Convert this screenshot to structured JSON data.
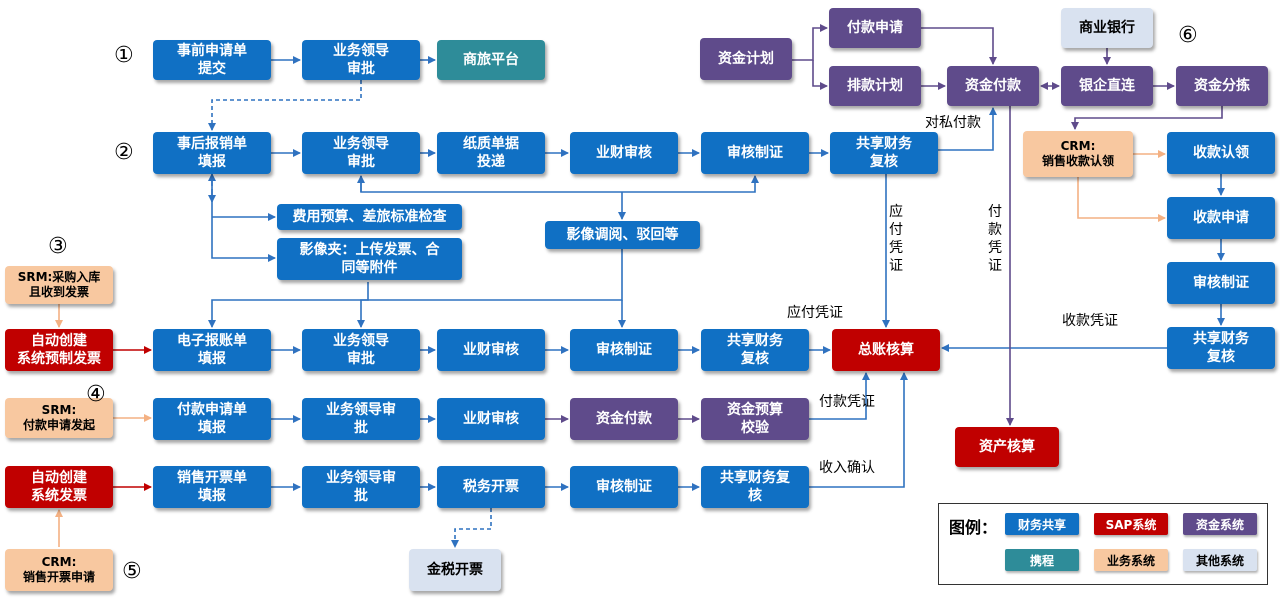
{
  "boxes": [
    {
      "id": "r1a",
      "text": "事前申请单\n提交",
      "color": "fin"
    },
    {
      "id": "r1b",
      "text": "业务领导\n审批",
      "color": "fin"
    },
    {
      "id": "r1c",
      "text": "商旅平台",
      "color": "ctrip"
    },
    {
      "id": "r2a",
      "text": "事后报销单\n填报",
      "color": "fin"
    },
    {
      "id": "r2b",
      "text": "业务领导\n审批",
      "color": "fin"
    },
    {
      "id": "r2c",
      "text": "纸质单据\n投递",
      "color": "fin"
    },
    {
      "id": "r2d",
      "text": "业财审核",
      "color": "fin"
    },
    {
      "id": "r2e",
      "text": "审核制证",
      "color": "fin"
    },
    {
      "id": "r2f",
      "text": "共享财务\n复核",
      "color": "fin"
    },
    {
      "id": "budget",
      "text": "费用预算、差旅标准检查",
      "color": "fin"
    },
    {
      "id": "imgclip",
      "text": "影像夹：上传发票、合\n同等附件",
      "color": "fin"
    },
    {
      "id": "imgview",
      "text": "影像调阅、驳回等",
      "color": "fin"
    },
    {
      "id": "srm1",
      "text": "SRM:采购入库\n且收到发票",
      "color": "biz"
    },
    {
      "id": "auto1",
      "text": "自动创建\n系统预制发票",
      "color": "sap"
    },
    {
      "id": "r3a",
      "text": "电子报账单\n填报",
      "color": "fin"
    },
    {
      "id": "r3b",
      "text": "业务领导\n审批",
      "color": "fin"
    },
    {
      "id": "r3c",
      "text": "业财审核",
      "color": "fin"
    },
    {
      "id": "r3d",
      "text": "审核制证",
      "color": "fin"
    },
    {
      "id": "r3e",
      "text": "共享财务\n复核",
      "color": "fin"
    },
    {
      "id": "gl",
      "text": "总账核算",
      "color": "sap"
    },
    {
      "id": "srm2",
      "text": "SRM:\n付款申请发起",
      "color": "biz"
    },
    {
      "id": "r4a",
      "text": "付款申请单\n填报",
      "color": "fin"
    },
    {
      "id": "r4b",
      "text": "业务领导审\n批",
      "color": "fin"
    },
    {
      "id": "r4c",
      "text": "业财审核",
      "color": "fin"
    },
    {
      "id": "r4d",
      "text": "资金付款",
      "color": "fund"
    },
    {
      "id": "r4e",
      "text": "资金预算\n校验",
      "color": "fund"
    },
    {
      "id": "auto2",
      "text": "自动创建\n系统发票",
      "color": "sap"
    },
    {
      "id": "r5a",
      "text": "销售开票单\n填报",
      "color": "fin"
    },
    {
      "id": "r5b",
      "text": "业务领导审\n批",
      "color": "fin"
    },
    {
      "id": "r5c",
      "text": "税务开票",
      "color": "fin"
    },
    {
      "id": "r5d",
      "text": "审核制证",
      "color": "fin"
    },
    {
      "id": "r5e",
      "text": "共享财务复\n核",
      "color": "fin"
    },
    {
      "id": "goldtax",
      "text": "金税开票",
      "color": "other"
    },
    {
      "id": "crm2",
      "text": "CRM:\n销售开票申请",
      "color": "biz"
    },
    {
      "id": "fundplan",
      "text": "资金计划",
      "color": "fund"
    },
    {
      "id": "payreq",
      "text": "付款申请",
      "color": "fund"
    },
    {
      "id": "schedule",
      "text": "排款计划",
      "color": "fund"
    },
    {
      "id": "fundpay",
      "text": "资金付款",
      "color": "fund"
    },
    {
      "id": "bank",
      "text": "商业银行",
      "color": "other"
    },
    {
      "id": "bankdirect",
      "text": "银企直连",
      "color": "fund"
    },
    {
      "id": "fundsort",
      "text": "资金分拣",
      "color": "fund"
    },
    {
      "id": "crm1",
      "text": "CRM:\n销售收款认领",
      "color": "biz"
    },
    {
      "id": "rcvclaim",
      "text": "收款认领",
      "color": "fin"
    },
    {
      "id": "rcvreq",
      "text": "收款申请",
      "color": "fin"
    },
    {
      "id": "rcvaudit",
      "text": "审核制证",
      "color": "fin"
    },
    {
      "id": "rcvreview",
      "text": "共享财务\n复核",
      "color": "fin"
    },
    {
      "id": "asset",
      "text": "资产核算",
      "color": "sap"
    }
  ],
  "labels": [
    {
      "id": "lbl-private-pay",
      "text": "对私付款"
    },
    {
      "id": "lbl-ap-voucher-v",
      "text": "应\n付\n凭\n证"
    },
    {
      "id": "lbl-pay-voucher-v",
      "text": "付\n款\n凭\n证"
    },
    {
      "id": "lbl-ap-voucher",
      "text": "应付凭证"
    },
    {
      "id": "lbl-rcv-voucher",
      "text": "收款凭证"
    },
    {
      "id": "lbl-pay-voucher",
      "text": "付款凭证"
    },
    {
      "id": "lbl-revenue",
      "text": "收入确认"
    }
  ],
  "markers": [
    {
      "id": "m1",
      "text": "①"
    },
    {
      "id": "m2",
      "text": "②"
    },
    {
      "id": "m3",
      "text": "③"
    },
    {
      "id": "m4",
      "text": "④"
    },
    {
      "id": "m5",
      "text": "⑤"
    },
    {
      "id": "m6",
      "text": "⑥"
    }
  ],
  "legend": {
    "title": "图例：",
    "items": [
      {
        "text": "财务共享",
        "color": "fin"
      },
      {
        "text": "SAP系统",
        "color": "sap"
      },
      {
        "text": "资金系统",
        "color": "fund"
      },
      {
        "text": "携程",
        "color": "ctrip"
      },
      {
        "text": "业务系统",
        "color": "biz"
      },
      {
        "text": "其他系统",
        "color": "other"
      }
    ]
  },
  "colors": {
    "fin": "#1070c4",
    "sap": "#c00000",
    "fund": "#5f4b8b",
    "ctrip": "#2e8c99",
    "biz": "#f8c8a0",
    "other": "#d9e2f0",
    "line_blue": "#2f72c0",
    "line_red": "#c00000",
    "line_orange": "#f4b183",
    "line_purple": "#5f4b8b"
  }
}
